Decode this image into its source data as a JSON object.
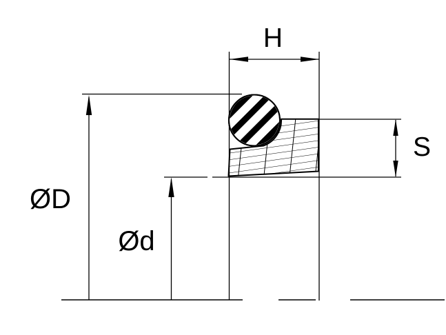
{
  "drawing": {
    "background_color": "#ffffff",
    "line_color": "#000000",
    "labels": {
      "section_width": "H",
      "radial_cross_section": "S",
      "outer_diameter": "ØD",
      "inner_diameter": "Ød"
    }
  }
}
